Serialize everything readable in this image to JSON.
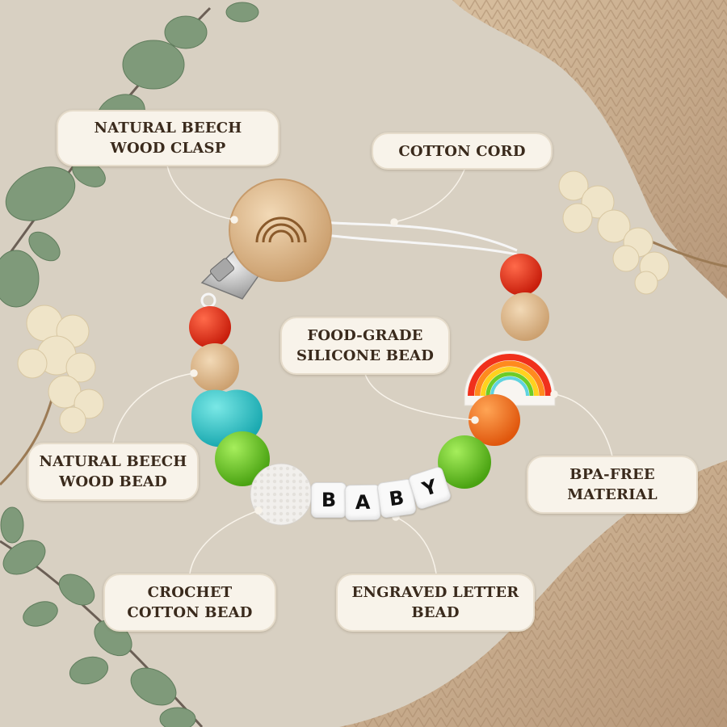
{
  "callouts": {
    "clasp": [
      "NATURAL BEECH",
      "WOOD CLASP"
    ],
    "cord": [
      "COTTON CORD"
    ],
    "silicone": [
      "FOOD-GRADE",
      "SILICONE BEAD"
    ],
    "wood_bead": [
      "NATURAL BEECH",
      "WOOD BEAD"
    ],
    "bpa": [
      "BPA-FREE",
      "MATERIAL"
    ],
    "crochet": [
      "CROCHET",
      "COTTON BEAD"
    ],
    "letter": [
      "ENGRAVED LETTER",
      "BEAD"
    ]
  },
  "letter_beads": [
    "B",
    "A",
    "B",
    "Y"
  ],
  "colors": {
    "background": "#d9d1c4",
    "label_bg": "#f8f3ea",
    "label_text": "#3a2a1c",
    "wood": "#e3c39a",
    "red": "#e8321c",
    "turquoise": "#35c9cc",
    "lime": "#6ccc28",
    "orange": "#f5741e",
    "knit": "#c8ab8a"
  }
}
